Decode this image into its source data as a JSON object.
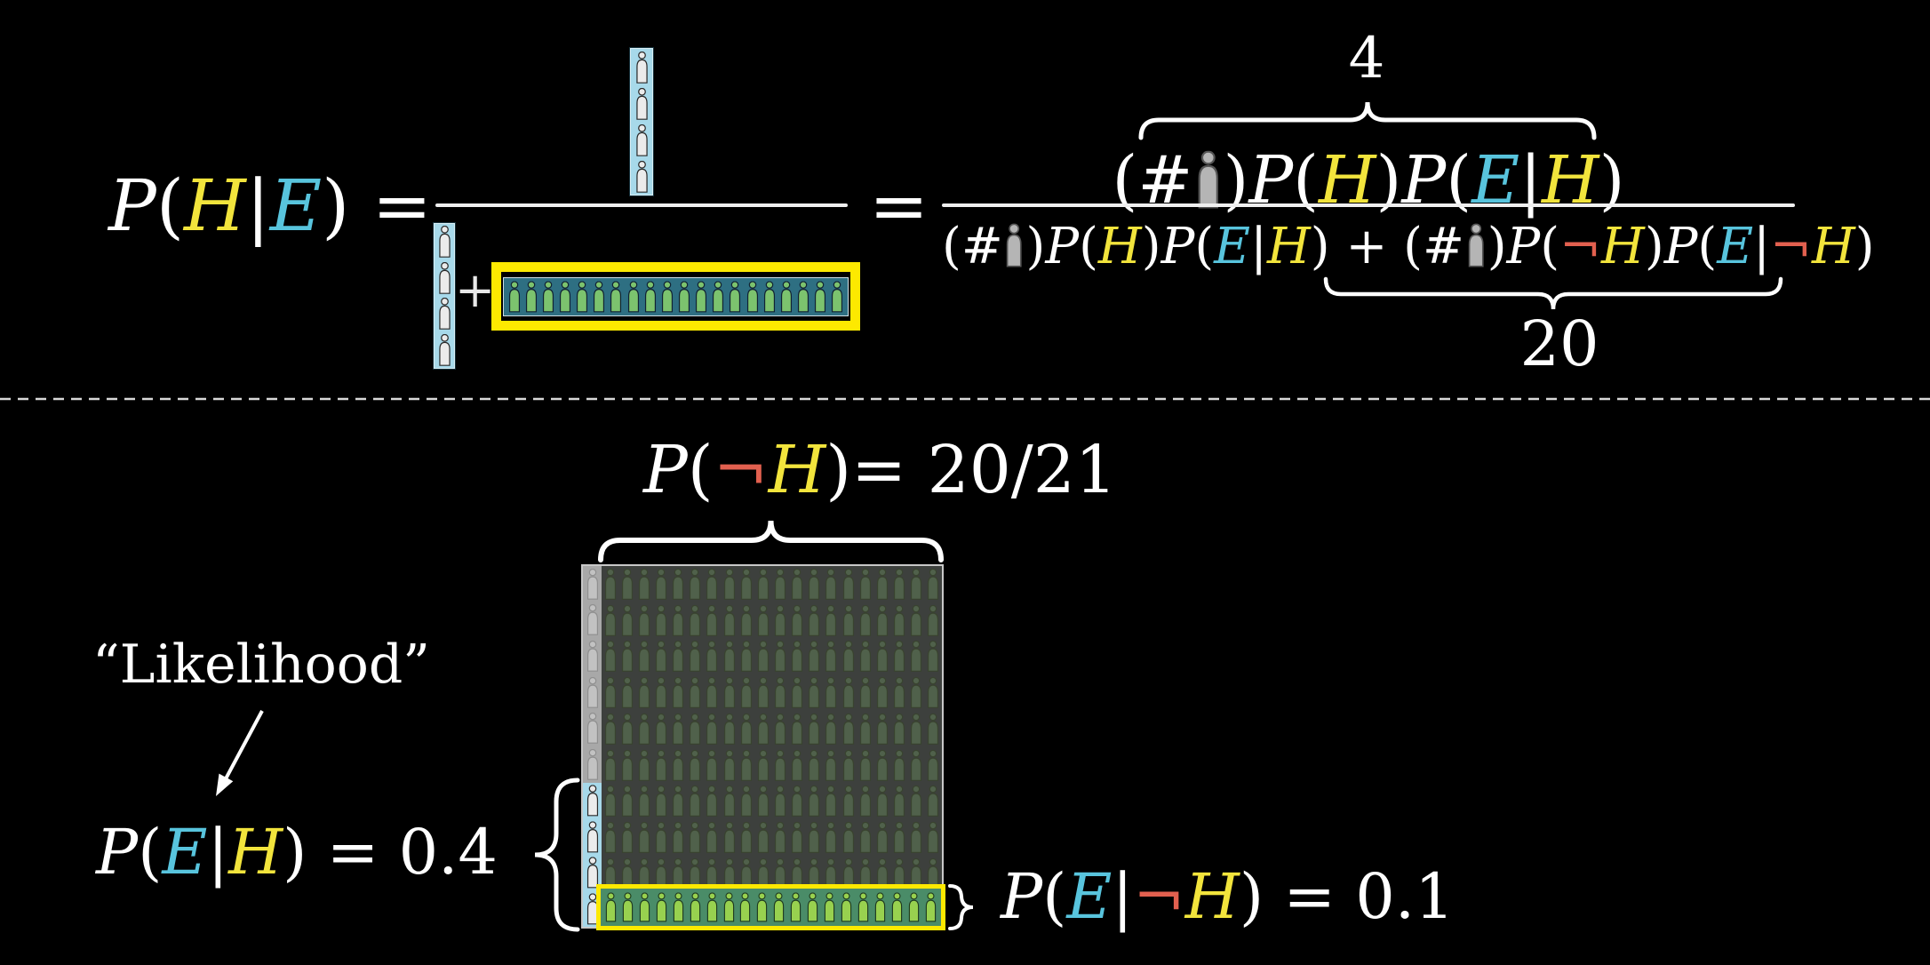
{
  "colors": {
    "hypothesis_yellow": "#f2e43c",
    "evidence_blue": "#58c4dd",
    "negation_red": "#e2604f",
    "text_white": "#ffffff",
    "strip_blue_bg": "#a7d9ea",
    "highlight_yellow": "#fde900",
    "box_teal_bg": "#2e6f82",
    "evidence_row_bg": "#4a8c68",
    "grid_bg": "#3d403d",
    "grid_border": "#c8c8c8",
    "faded_person_green": "#50614b",
    "gray_column_bg": "#a8a8a8",
    "gray_person": "#c2c2c2",
    "white_person": "#ebebeb",
    "green_person": "#7cc36e",
    "bright_green_person": "#98d14f",
    "formula_person_gray": "#b5b5b5"
  },
  "formulas": {
    "posterior_lhs": [
      [
        "P",
        "wi"
      ],
      [
        "(",
        "w"
      ],
      [
        "H",
        "y"
      ],
      [
        "|",
        "w"
      ],
      [
        "E",
        "b"
      ],
      [
        ")",
        "w"
      ],
      [
        " = ",
        "w"
      ]
    ],
    "equals": [
      [
        "=",
        "w"
      ]
    ],
    "frac2_numerator": [
      [
        "(#",
        "w"
      ],
      [
        "person",
        "icon"
      ],
      [
        ")",
        "w"
      ],
      [
        "P",
        "wi"
      ],
      [
        "(",
        "w"
      ],
      [
        "H",
        "y"
      ],
      [
        ")",
        "w"
      ],
      [
        "P",
        "wi"
      ],
      [
        "(",
        "w"
      ],
      [
        "E",
        "b"
      ],
      [
        "|",
        "w"
      ],
      [
        "H",
        "y"
      ],
      [
        ")",
        "w"
      ]
    ],
    "frac2_denominator": [
      [
        "(#",
        "w"
      ],
      [
        "person",
        "icon"
      ],
      [
        ")",
        "w"
      ],
      [
        "P",
        "wi"
      ],
      [
        "(",
        "w"
      ],
      [
        "H",
        "y"
      ],
      [
        ")",
        "w"
      ],
      [
        "P",
        "wi"
      ],
      [
        "(",
        "w"
      ],
      [
        "E",
        "b"
      ],
      [
        "|",
        "w"
      ],
      [
        "H",
        "y"
      ],
      [
        ")",
        "w"
      ],
      [
        " + ",
        "w"
      ],
      [
        "(#",
        "w"
      ],
      [
        "person",
        "icon"
      ],
      [
        ")",
        "w"
      ],
      [
        "P",
        "wi"
      ],
      [
        "(",
        "w"
      ],
      [
        "¬",
        "r"
      ],
      [
        "H",
        "y"
      ],
      [
        ")",
        "w"
      ],
      [
        "P",
        "wi"
      ],
      [
        "(",
        "w"
      ],
      [
        "E",
        "b"
      ],
      [
        "|",
        "w"
      ],
      [
        "¬",
        "r"
      ],
      [
        "H",
        "y"
      ],
      [
        ")",
        "w"
      ]
    ],
    "prior_not": [
      [
        "P",
        "wi"
      ],
      [
        "(",
        "w"
      ],
      [
        "¬",
        "r"
      ],
      [
        "H",
        "y"
      ],
      [
        ")",
        "w"
      ],
      [
        "= 20/21",
        "w"
      ]
    ],
    "likelihood_formula": [
      [
        "P",
        "wi"
      ],
      [
        "(",
        "w"
      ],
      [
        "E",
        "b"
      ],
      [
        "|",
        "w"
      ],
      [
        "H",
        "y"
      ],
      [
        ") = 0.4",
        "w"
      ]
    ],
    "evidence_given_not": [
      [
        "P",
        "wi"
      ],
      [
        "(",
        "w"
      ],
      [
        "E",
        "b"
      ],
      [
        "|",
        "w"
      ],
      [
        "¬",
        "r"
      ],
      [
        "H",
        "y"
      ],
      [
        ") = 0.1",
        "w"
      ]
    ]
  },
  "labels": {
    "numerator_total": "4",
    "denominator_second_total": "20",
    "likelihood": "“Likelihood”",
    "plus": "+"
  },
  "figures": {
    "numerator_strip_count": 4,
    "denominator_strip_count": 4,
    "denominator_box_count": 20,
    "grid": {
      "rows": 10,
      "not_h_columns": 20,
      "faded_rows": 9,
      "h_column_gray_count": 6,
      "h_column_highlight_count": 4,
      "evidence_row_count": 20
    }
  }
}
